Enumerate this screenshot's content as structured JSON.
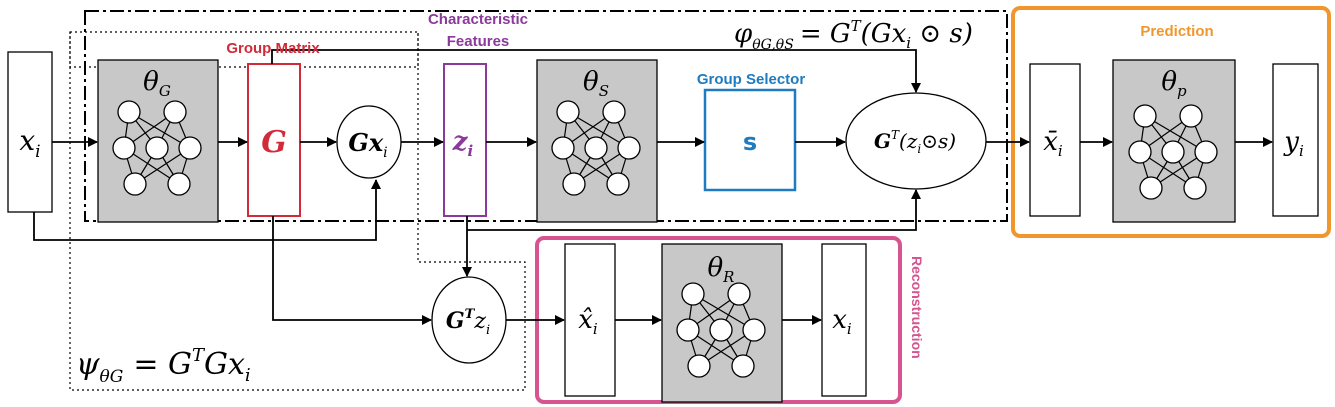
{
  "colors": {
    "group_matrix": "#d12b3a",
    "characteristic": "#8b3a9c",
    "group_selector": "#1f7bbf",
    "prediction": "#f0962d",
    "reconstruction": "#d6548f",
    "network_fill": "#c8c8c8"
  },
  "labels": {
    "group_matrix": "Group Matrix",
    "characteristic_line1": "Characteristic",
    "characteristic_line2": "Features",
    "group_selector": "Group Selector",
    "prediction": "Prediction",
    "reconstruction": "Reconstruction"
  },
  "nodes": {
    "x_in": "x",
    "x_in_sub": "i",
    "theta_g": "θ",
    "theta_g_sub": "G",
    "g_matrix": "G",
    "gx": "Gx",
    "gx_sub": "i",
    "z": "z",
    "z_sub": "i",
    "theta_s": "θ",
    "theta_s_sub": "S",
    "selector": "s",
    "recombine_main": "G",
    "recombine_sup": "T",
    "recombine_args": "(z",
    "recombine_sub": "i",
    "recombine_tail": "⊙s)",
    "xbar": "x̄",
    "xbar_sub": "i",
    "theta_p": "θ",
    "theta_p_sub": "p",
    "y": "y",
    "y_sub": "i",
    "gtz": "G",
    "gtz_sup": "T",
    "gtz_z": "z",
    "gtz_sub": "i",
    "xhat": "x̂",
    "xhat_sub": "i",
    "theta_r": "θ",
    "theta_r_sub": "R",
    "x_out": "x",
    "x_out_sub": "i"
  },
  "equations": {
    "phi_lhs": "φ",
    "phi_sub": "θG,θS",
    "phi_rhs": "= G",
    "phi_sup": "T",
    "phi_args": "(Gx",
    "phi_args_sub": "i",
    "phi_tail": " ⊙ s)",
    "psi_lhs": "ψ",
    "psi_sub": "θG",
    "psi_rhs": "= G",
    "psi_sup": "T",
    "psi_tail": "Gx",
    "psi_tail_sub": "i"
  }
}
